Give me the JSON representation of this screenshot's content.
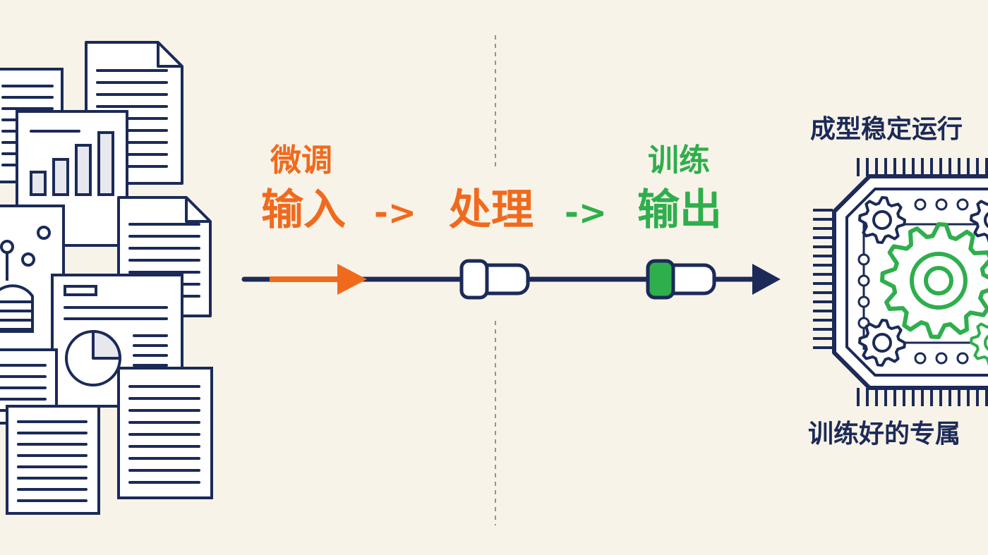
{
  "labels": {
    "finetune": "微调",
    "input": "输入",
    "arrow1": "->",
    "process": "处理",
    "arrow2": "->",
    "train": "训练",
    "output": "输出",
    "chip_top": "成型稳定运行",
    "chip_bottom": "训练好的专属"
  },
  "colors": {
    "background": "#f8f3e8",
    "navy": "#1b2a58",
    "orange": "#f06a1e",
    "green": "#2fae4d",
    "paper": "#ffffff",
    "gray_fill": "#e6e8ee",
    "divider": "#8a93a8"
  }
}
